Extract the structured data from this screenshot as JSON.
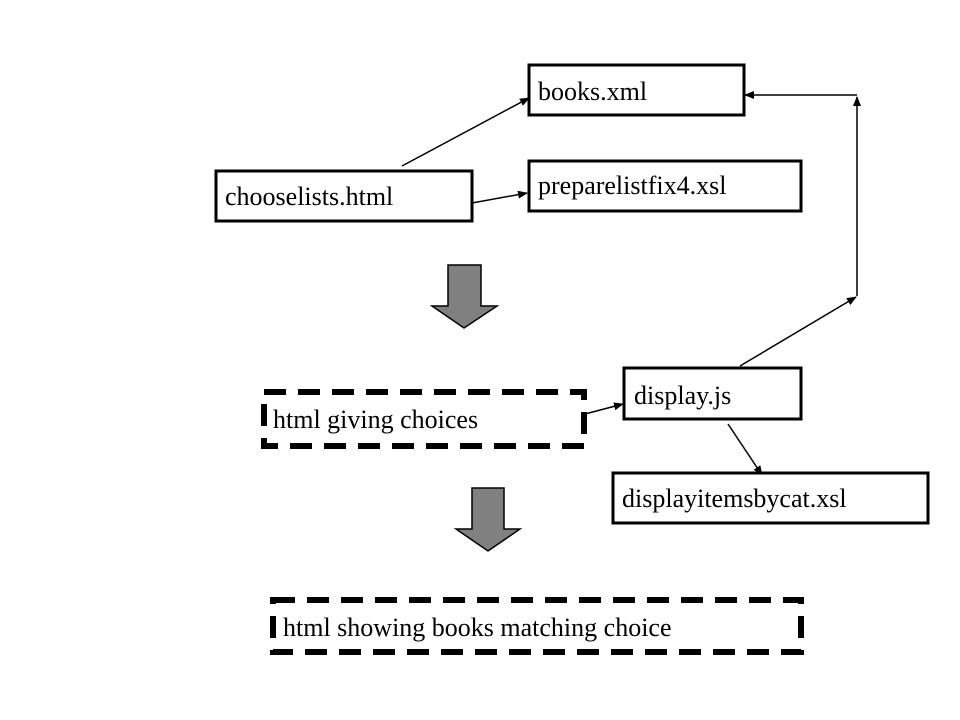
{
  "nodes": {
    "books_xml": "books.xml",
    "preparelist_xsl": "preparelistfix4.xsl",
    "chooselists_html": "chooselists.html",
    "display_js": "display.js",
    "html_choices": "html giving choices",
    "displayitems_xsl": "displayitemsbycat.xsl",
    "html_result": "html showing books matching choice"
  },
  "colors": {
    "line": "#000000",
    "process_arrow_fill": "#808080",
    "background": "#ffffff"
  }
}
